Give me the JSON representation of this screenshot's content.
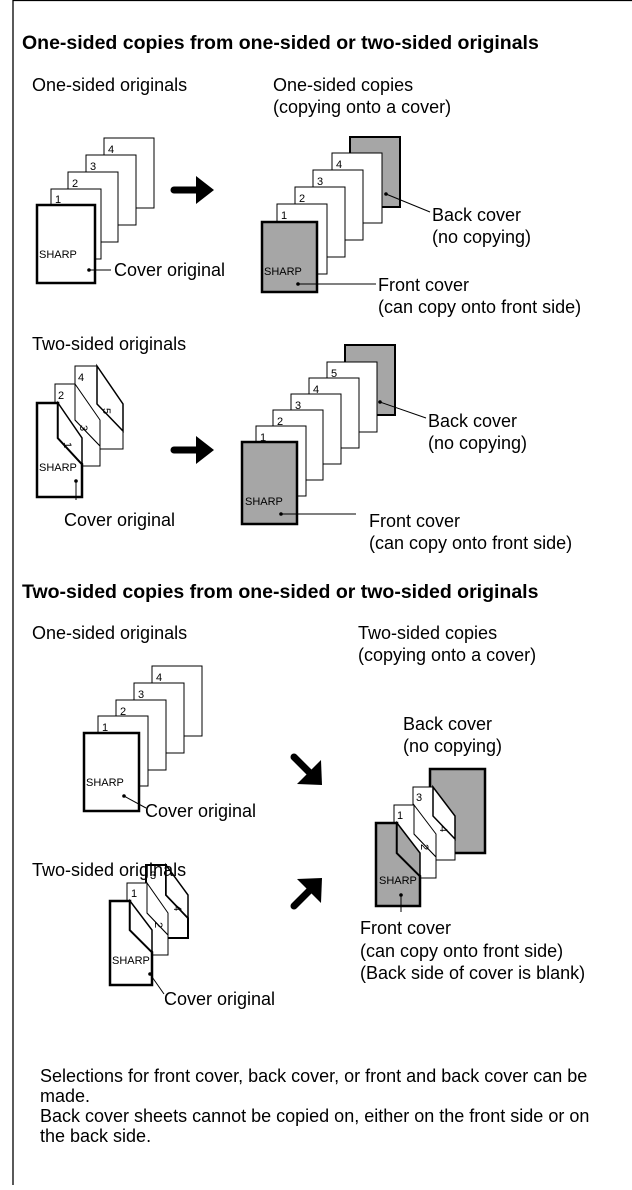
{
  "section1": {
    "heading": "One-sided copies from one-sided or two-sided originals",
    "one_sided_originals": "One-sided originals",
    "one_sided_copies_title": "One-sided copies",
    "one_sided_copies_sub": "(copying onto a cover)",
    "back_cover": "Back cover",
    "no_copying": "(no copying)",
    "cover_original": "Cover original",
    "front_cover": "Front cover",
    "front_cover_note": "(can copy onto front side)",
    "two_sided_originals": "Two-sided originals",
    "back_cover_2": "Back cover",
    "no_copying_2": "(no copying)",
    "cover_original_2": "Cover original",
    "front_cover_2": "Front cover",
    "front_cover_note_2": "(can copy onto front side)"
  },
  "section2": {
    "heading": "Two-sided copies from one-sided or two-sided originals",
    "one_sided_originals": "One-sided originals",
    "two_sided_copies_title": "Two-sided copies",
    "two_sided_copies_sub": "(copying onto a cover)",
    "back_cover": "Back cover",
    "no_copying": "(no copying)",
    "cover_original": "Cover original",
    "two_sided_originals": "Two-sided originals",
    "cover_original_2": "Cover original",
    "front_cover": "Front cover",
    "front_cover_note": "(can copy onto front side)",
    "back_blank_note": "(Back side of cover is blank)"
  },
  "sheet": {
    "brand": "SHARP",
    "p1": "1",
    "p2": "2",
    "p3": "3",
    "p4": "4",
    "p5": "5"
  },
  "notes": {
    "line1": "Selections for front cover, back cover, or front and back cover can be made.",
    "line2": "Back cover sheets cannot be copied on, either on the front side or on the back side."
  },
  "colors": {
    "cover_fill": "#a6a6a6",
    "border": "#000000"
  }
}
